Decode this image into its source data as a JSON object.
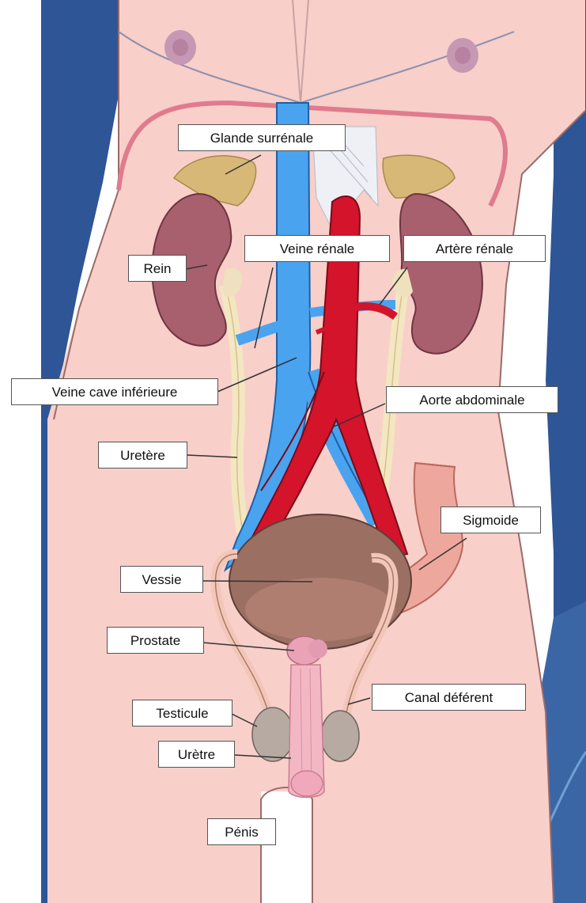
{
  "labels": {
    "glande_surrenale": "Glande surrénale",
    "rein": "Rein",
    "veine_renale": "Veine rénale",
    "artere_renale": "Artère rénale",
    "veine_cave_inferieure": "Veine cave inférieure",
    "aorte_abdominale": "Aorte abdominale",
    "uretere": "Uretère",
    "sigmoide": "Sigmoide",
    "vessie": "Vessie",
    "prostate": "Prostate",
    "canal_deferent": "Canal déférent",
    "testicule": "Testicule",
    "uretre": "Urètre",
    "penis": "Pénis"
  },
  "colors": {
    "skin": "#f8cfc9",
    "arm_blue": "#2e5596",
    "vein": "#4aa3ef",
    "artery": "#d3142b",
    "kidney": "#a8606e",
    "adrenal": "#d8b877",
    "ureter": "#f6eccc",
    "bladder": "#9c6f63",
    "sigmoid": "#eea79c",
    "testis": "#b7aaa2"
  }
}
